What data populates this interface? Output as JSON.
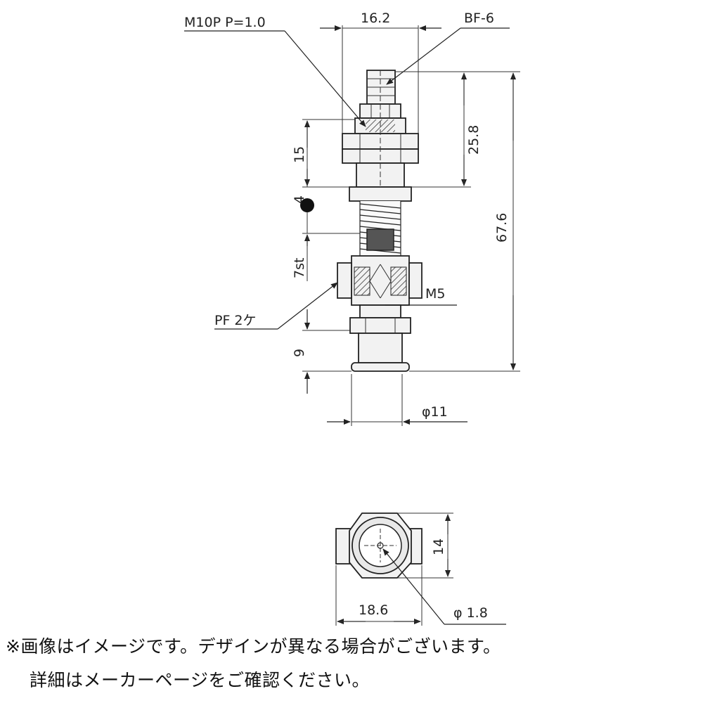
{
  "labels": {
    "thread": "M10P P=1.0",
    "width_top": "16.2",
    "model": "BF-6",
    "dim_258": "25.8",
    "dim_676": "67.6",
    "dim_15": "15",
    "dim_4": "4",
    "stroke": "7st",
    "port": "PF 2ケ",
    "m5": "M5",
    "dim_9": "9",
    "diam_11": "φ11",
    "dim_14": "14",
    "dim_186": "18.6",
    "phi_18": "φ 1.8"
  },
  "notes": {
    "line1": "※画像はイメージです。デザインが異なる場合がございます。",
    "line2": "詳細はメーカーページをご確認ください。"
  }
}
